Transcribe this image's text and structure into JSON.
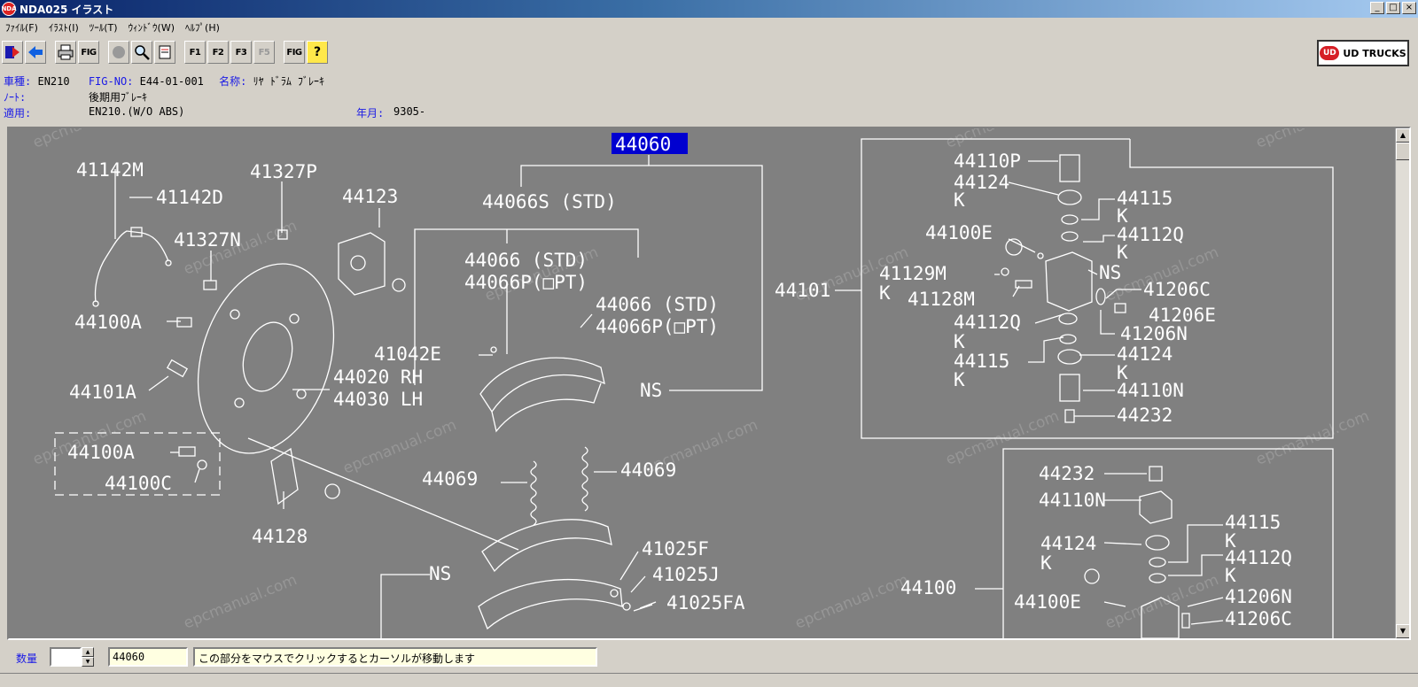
{
  "window": {
    "title": "NDA025 イラスト",
    "app_icon_text": "NDA",
    "controls": [
      "_",
      "□",
      "×"
    ]
  },
  "menu": [
    "ﾌｧｲﾙ(F)",
    "ｲﾗｽﾄ(I)",
    "ﾂｰﾙ(T)",
    "ｳｨﾝﾄﾞｳ(W)",
    "ﾍﾙﾌﾟ(H)"
  ],
  "toolbar": {
    "fig_label": "FIG",
    "f1": "F1",
    "f2": "F2",
    "f3": "F3",
    "f5": "F5",
    "help": "?",
    "brand_mark": "UD",
    "brand_text": "UD TRUCKS"
  },
  "info": {
    "model_label": "車種:",
    "model_value": "EN210",
    "fig_label": "FIG-NO:",
    "fig_value": "E44-01-001",
    "name_label": "名称:",
    "name_value": "ﾘﾔ ﾄﾞﾗﾑ ﾌﾞﾚｰｷ",
    "note_label": "ﾉｰﾄ:",
    "note_value": "後期用ﾌﾞﾚｰｷ",
    "applies_label": "適用:",
    "applies_value": "EN210.(W/O ABS)",
    "date_label": "年月:",
    "date_value": "9305-"
  },
  "diagram": {
    "watermark": "epcmanual.com",
    "selected_part": "44060",
    "labels": {
      "l41142M": "41142M",
      "l41142D": "41142D",
      "l41327P": "41327P",
      "l41327N": "41327N",
      "l44123": "44123",
      "l44066S": "44066S (STD)",
      "l44066a": "44066  (STD)",
      "l44066Pa": "44066P(□PT)",
      "l44066b": "44066  (STD)",
      "l44066Pb": "44066P(□PT)",
      "l44100A1": "44100A",
      "l41042E": "41042E",
      "l44020": "44020 RH",
      "l44030": "44030 LH",
      "l44101A": "44101A",
      "lNS1": "NS",
      "l44100A2": "44100A",
      "l44100C": "44100C",
      "l44069a": "44069",
      "l44069b": "44069",
      "l44128": "44128",
      "lNS2": "NS",
      "l41025F": "41025F",
      "l41025J": "41025J",
      "l41025FA": "41025FA",
      "l44101": "44101",
      "r44110P": "44110P",
      "r44124a": "44124",
      "rKa": "K",
      "r44115a": "44115",
      "rKb": "K",
      "r44100E": "44100E",
      "r44112Qa": "44112Q",
      "rKc": "K",
      "r41129M": "41129M",
      "rKd": "K",
      "rNS": "NS",
      "r41206Ca": "41206C",
      "r41128M": "41128M",
      "r41206E": "41206E",
      "r44112Qb": "44112Q",
      "rKe": "K",
      "r41206Na": "41206N",
      "r44115b": "44115",
      "rKf": "K",
      "r44124b": "44124",
      "rKg": "K",
      "r44110N": "44110N",
      "r44232a": "44232",
      "b44232": "44232",
      "b44110N": "44110N",
      "b44115": "44115",
      "bKa": "K",
      "b44124": "44124",
      "bKb": "K",
      "b44112Q": "44112Q",
      "bKc": "K",
      "b44100": "44100",
      "b44100E": "44100E",
      "b41206N": "41206N",
      "b41206C": "41206C"
    }
  },
  "bottom": {
    "qty_label": "数量",
    "qty_value": "",
    "part_no": "44060",
    "message": "この部分をマウスでクリックするとカーソルが移動します"
  }
}
